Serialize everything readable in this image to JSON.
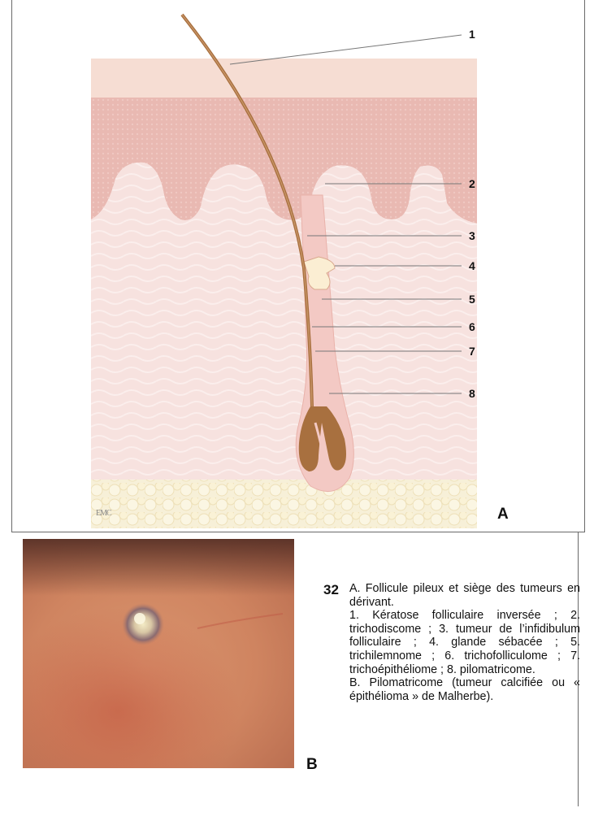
{
  "figure_number": "32",
  "panel_a_label": "A",
  "panel_b_label": "B",
  "watermark": "EMC",
  "callouts": [
    "1",
    "2",
    "3",
    "4",
    "5",
    "6",
    "7",
    "8"
  ],
  "caption": {
    "line_a": "A. Follicule pileux et siège des tumeurs en dérivant.",
    "list": "1. Kératose folliculaire inversée ; 2. trichodiscome ; 3. tumeur de l’infidibulum folliculaire ; 4. glande sébacée ; 5. trichilemnome ; 6. trichofolliculome ; 7. trichoépithéliome ; 8. pilomatricome.",
    "line_b": "B. Pilomatricome (tumeur calcifiée ou « épithélioma » de Malherbe)."
  },
  "colors": {
    "skin_pink": "#f3cfcc",
    "epidermis": "#e7b7b1",
    "dermis": "#f6dfdd",
    "hair": "#b07848",
    "fat": "#f7efcf",
    "photo_skin": "#d8926c"
  }
}
